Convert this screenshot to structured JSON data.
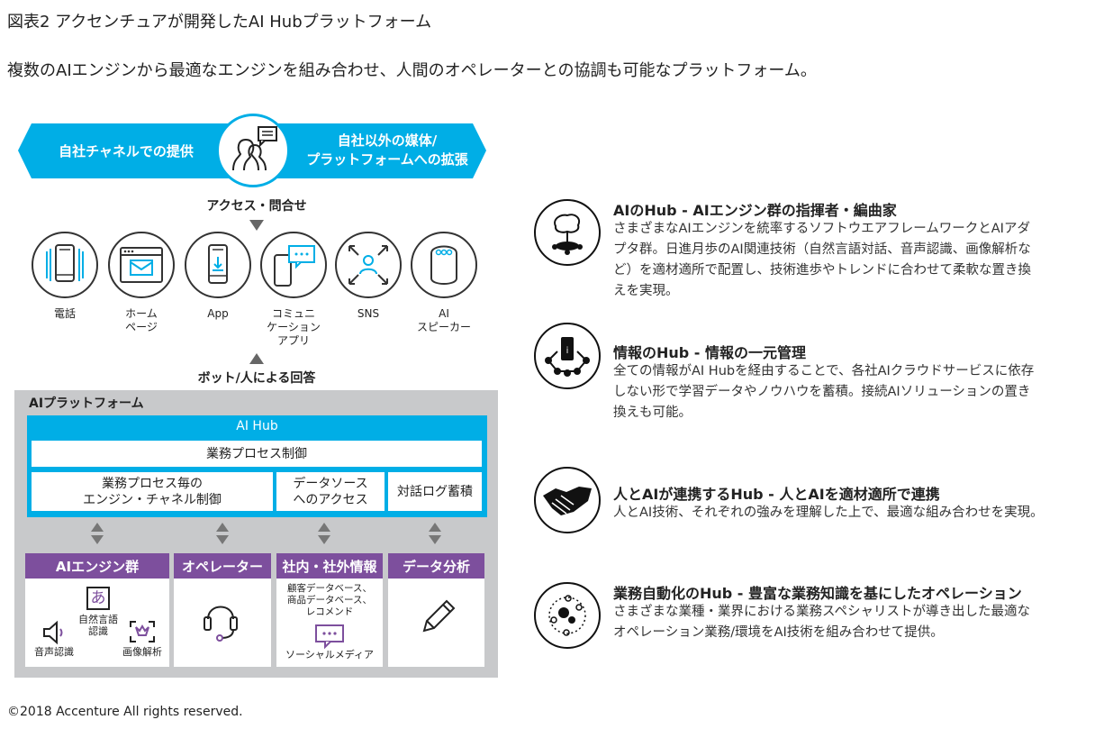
{
  "header": {
    "title": "図表2 アクセンチュアが開発したAI Hubプラットフォーム",
    "subtitle": "複数のAIエンジンから最適なエンジンを組み合わせ、人間のオペレーターとの協調も可能なプラットフォーム。"
  },
  "banner": {
    "left": "自社チャネルでの提供",
    "right_line1": "自社以外の媒体/",
    "right_line2": "プラットフォームへの拡張"
  },
  "access_label": "アクセス・問合せ",
  "answer_label": "ボット/人による回答",
  "channels": [
    {
      "l1": "電話",
      "l2": "",
      "l3": ""
    },
    {
      "l1": "ホーム",
      "l2": "ページ",
      "l3": ""
    },
    {
      "l1": "App",
      "l2": "",
      "l3": ""
    },
    {
      "l1": "コミュニ",
      "l2": "ケーション",
      "l3": "アプリ"
    },
    {
      "l1": "SNS",
      "l2": "",
      "l3": ""
    },
    {
      "l1": "AI",
      "l2": "スピーカー",
      "l3": ""
    }
  ],
  "platform": {
    "label": "AIプラットフォーム",
    "hub_label": "AI Hub",
    "process_control": "業務プロセス制御",
    "engine_control_l1": "業務プロセス毎の",
    "engine_control_l2": "エンジン・チャネル制御",
    "data_access_l1": "データソース",
    "data_access_l2": "へのアクセス",
    "log": "対話ログ蓄積"
  },
  "modules": {
    "engines": {
      "title": "AIエンジン群",
      "nlp_glyph": "あ",
      "nlp_l1": "自然言語",
      "nlp_l2": "認識",
      "voice": "音声認識",
      "image": "画像解析"
    },
    "operator": {
      "title": "オペレーター"
    },
    "info": {
      "title": "社内・社外情報",
      "l1": "顧客データベース、",
      "l2": "商品データベース、",
      "l3": "レコメンド",
      "social": "ソーシャルメディア"
    },
    "analytics": {
      "title": "データ分析"
    }
  },
  "sections": [
    {
      "title": "AIのHub - AIエンジン群の指揮者・編曲家",
      "lines": [
        "さまざまなAIエンジンを統率するソフトウエアフレームワークとAIアダ",
        "プタ群。日進月歩のAI関連技術（自然言語対話、音声認識、画像解析な",
        "ど）を適材適所で配置し、技術進歩やトレンドに合わせて柔軟な置き換",
        "えを実現。"
      ]
    },
    {
      "title": "情報のHub - 情報の一元管理",
      "lines": [
        "全ての情報がAI Hubを経由することで、各社AIクラウドサービスに依存",
        "しない形で学習データやノウハウを蓄積。接続AIソリューションの置き",
        "換えも可能。"
      ]
    },
    {
      "title": "人とAIが連携するHub - 人とAIを適材適所で連携",
      "lines": [
        "人とAI技術、それぞれの強みを理解した上で、最適な組み合わせを実現。"
      ]
    },
    {
      "title": "業務自動化のHub - 豊富な業務知識を基にしたオペレーション",
      "lines": [
        "さまざまな業種・業界における業務スペシャリストが導き出した最適な",
        "オペレーション業務/環境をAI技術を組み合わせて提供。"
      ]
    }
  ],
  "footer": {
    "copyright": "©2018 Accenture All rights reserved."
  },
  "colors": {
    "blue": "#00aee6",
    "purple": "#7d4f9d",
    "gray": "#c8c9cb"
  }
}
